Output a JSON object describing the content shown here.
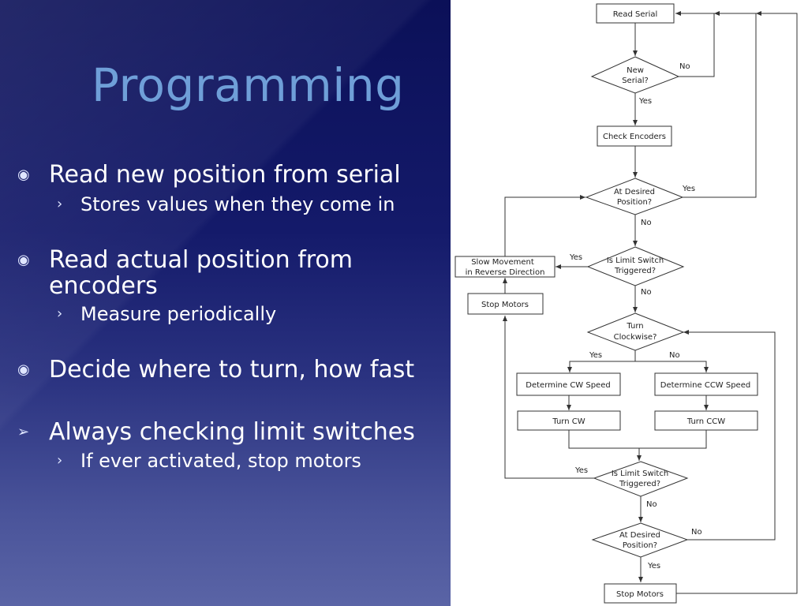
{
  "slide": {
    "title": "Programming",
    "bullets": [
      {
        "marker": "◉",
        "text": "Read new position from serial",
        "sub": [
          "Stores values when they come in"
        ]
      },
      {
        "marker": "◉",
        "text": "Read actual position from encoders",
        "sub": [
          "Measure periodically"
        ]
      },
      {
        "marker": "◉",
        "text": "Decide where to turn, how fast",
        "sub": []
      },
      {
        "marker": "➢",
        "text": "Always checking limit switches",
        "sub": [
          "If ever activated, stop motors"
        ]
      }
    ],
    "sub_marker": "›"
  },
  "flowchart": {
    "read_serial": "Read Serial",
    "new_serial_1": "New",
    "new_serial_2": "Serial?",
    "no": "No",
    "yes": "Yes",
    "check_encoders": "Check Encoders",
    "at_desired_1": "At Desired",
    "at_desired_2": "Position?",
    "limit_1": "Is Limit Switch",
    "limit_2": "Triggered?",
    "slow_1": "Slow Movement",
    "slow_2": "in Reverse Direction",
    "stop_motors": "Stop Motors",
    "turn_cw_q1": "Turn",
    "turn_cw_q2": "Clockwise?",
    "det_cw": "Determine CW Speed",
    "det_ccw": "Determine CCW Speed",
    "turn_cw": "Turn CW",
    "turn_ccw": "Turn CCW"
  }
}
